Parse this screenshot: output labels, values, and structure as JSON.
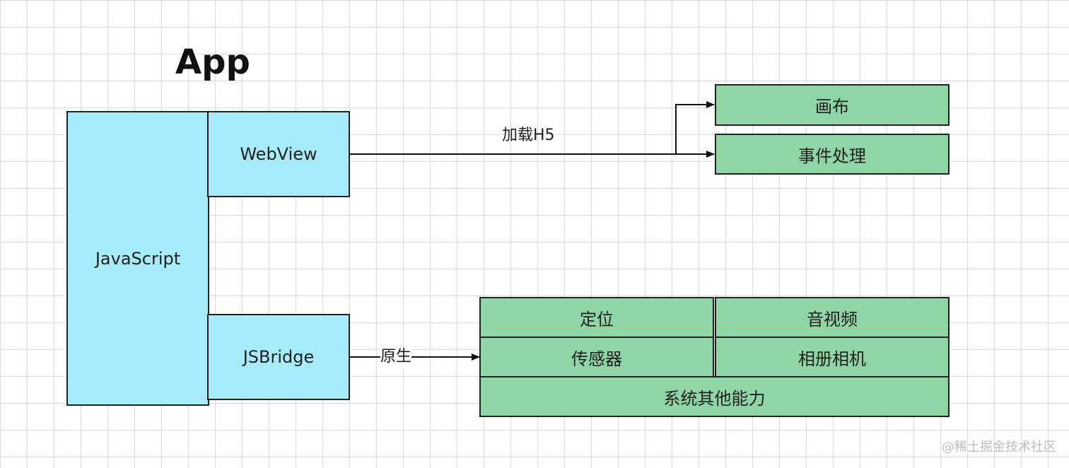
{
  "title": "App",
  "nodes": {
    "javascript": "JavaScript",
    "webview": "WebView",
    "jsbridge": "JSBridge",
    "canvas": "画布",
    "event_handling": "事件处理",
    "location": "定位",
    "audio_video": "音视频",
    "sensor": "传感器",
    "album_camera": "相册相机",
    "other_capabilities": "系统其他能力"
  },
  "edges": {
    "load_h5": "加载H5",
    "native": "原生"
  },
  "watermark": "@稀土掘金技术社区",
  "colors": {
    "cyan_fill": "#a6ecfb",
    "green_fill": "#8fd5a6",
    "stroke": "#222222",
    "grid": "#dcdcdc"
  }
}
